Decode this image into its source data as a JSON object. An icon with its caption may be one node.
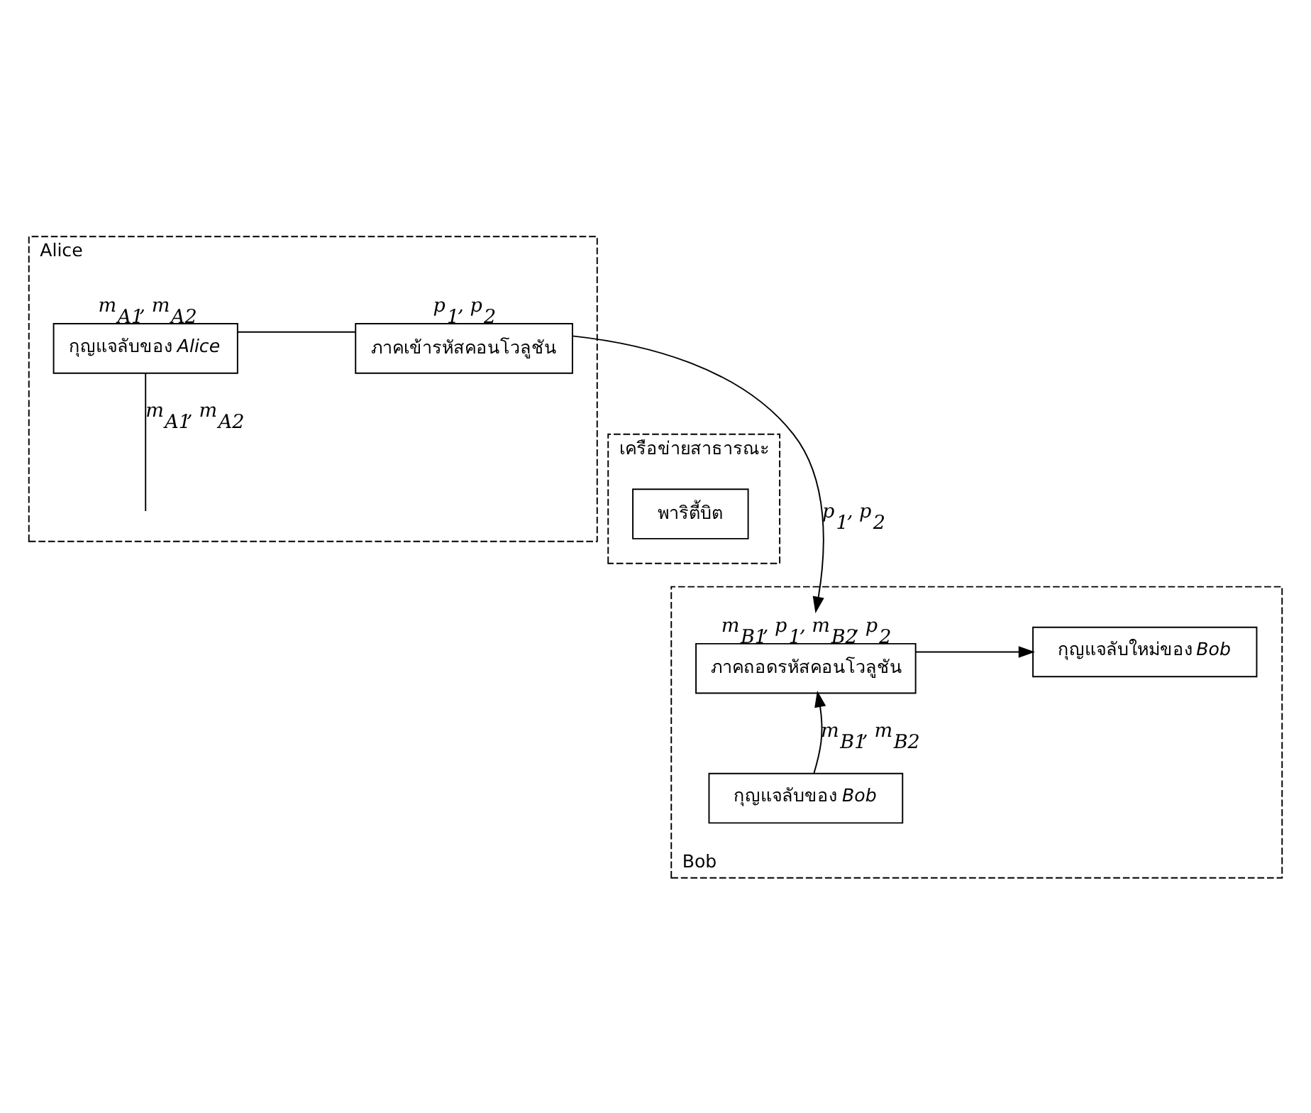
{
  "diagram": {
    "nodes": [
      {
        "text": [
          "Alice"
        ]
      },
      {
        "text": [
          "กุญแจลับของ *Alice*"
        ],
        "in": 0,
        "beside": [
          "m$_{A1}$, m$_{A2}$"
        ]
      },
      {
        "text": [
          "ภาคเข้ารหัสคอนโวลูชัน"
        ],
        "in": 0,
        "beside": [
          "p$_{1}$, p$_{2}$"
        ]
      },
      {
        "text": [
          "เครือข่ายสาธารณะ"
        ]
      },
      {
        "text": [
          "พาริตี้บิต"
        ],
        "in": 3
      },
      {
        "text": [
          "Bob"
        ]
      },
      {
        "text": [
          "ภาคถอดรหัสคอนโวลูชัน"
        ],
        "in": 5,
        "beside": [
          "m$_{B1}$, p$_{1}$, m$_{B2}$, p$_{2}$"
        ]
      },
      {
        "text": [
          "กุญแจลับใหม่ของ *Bob*"
        ],
        "in": 5
      },
      {
        "text": [
          "กุญแจลับของ *Bob*"
        ],
        "in": 5
      }
    ],
    "edges": [
      {
        "from": 1,
        "to": 2,
        "arrow": "none"
      },
      {
        "from": 1,
        "to": null,
        "arrow": "none",
        "label": "m$_{A1}$, m$_{A2}$"
      },
      {
        "from": 2,
        "to": 6,
        "arrow": "to",
        "label": "p$_{1}$, p$_{2}$"
      },
      {
        "from": 6,
        "to": 7,
        "arrow": "to"
      },
      {
        "from": 8,
        "to": 6,
        "arrow": "to",
        "label": "m$_{B1}$, m$_{B2}$"
      }
    ]
  }
}
